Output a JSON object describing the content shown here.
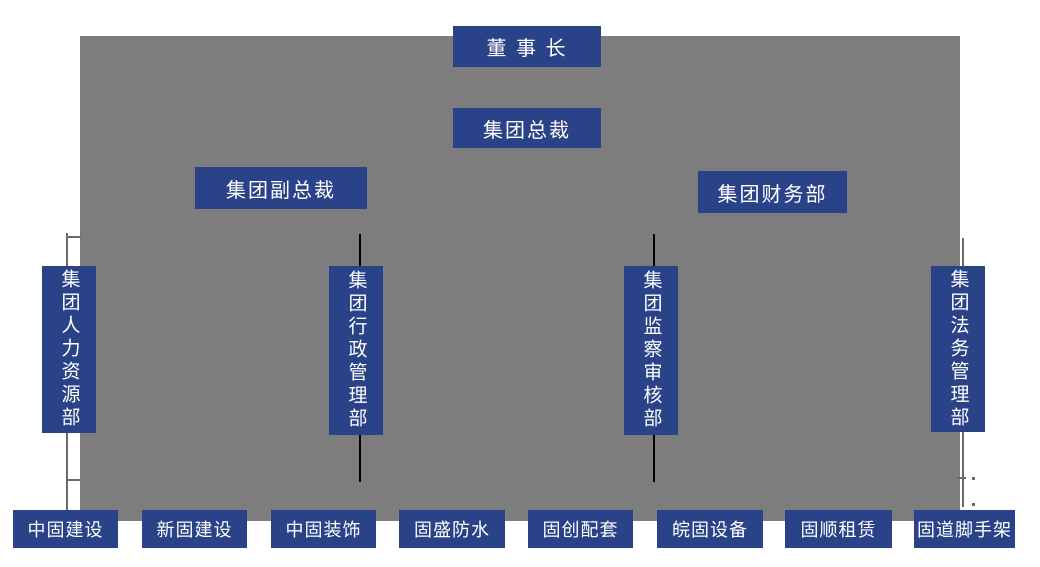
{
  "colors": {
    "box_blue": "#2a4287",
    "panel_gray": "#7d7d7d",
    "connector_black": "#000000",
    "connector_gray": "#6a6a6a"
  },
  "chart": {
    "executives": [
      {
        "id": "chairman",
        "label": "董 事 长"
      },
      {
        "id": "president",
        "label": "集团总裁"
      },
      {
        "id": "vice_president",
        "label": "集团副总裁"
      },
      {
        "id": "finance_dept",
        "label": "集团财务部"
      }
    ],
    "departments": [
      {
        "id": "hr",
        "label": "集团人力资源部"
      },
      {
        "id": "admin",
        "label": "集团行政管理部"
      },
      {
        "id": "audit",
        "label": "集团监察审核部"
      },
      {
        "id": "legal",
        "label": "集团法务管理部"
      }
    ],
    "subsidiaries": [
      "中固建设",
      "新固建设",
      "中固装饰",
      "固盛防水",
      "固创配套",
      "皖固设备",
      "固顺租赁",
      "固道脚手架"
    ]
  }
}
